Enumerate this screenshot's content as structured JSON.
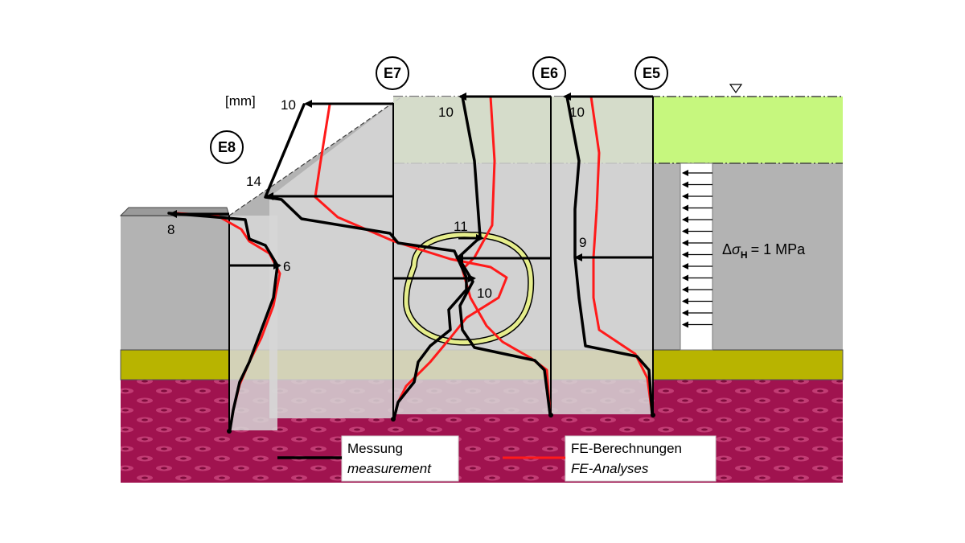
{
  "diagram": {
    "unit_label": "[mm]",
    "inclinometers": [
      {
        "id": "E8",
        "label": "E8"
      },
      {
        "id": "E7",
        "label": "E7"
      },
      {
        "id": "E6",
        "label": "E6"
      },
      {
        "id": "E5",
        "label": "E5"
      }
    ],
    "values": {
      "e7_top": "10",
      "e7_mid": "14",
      "e8_top": "8",
      "e8_mid": "6",
      "e6_top": "10",
      "e6_tunnel_top": "11",
      "e6_tunnel_mid": "10",
      "e5_top": "10",
      "e5_mid": "9"
    },
    "load": {
      "delta": "Δ",
      "sigma": "σ",
      "subscript": "H",
      "value": "= 1 MPa"
    },
    "legend": {
      "measurement_de": "Messung",
      "measurement_en": "measurement",
      "fe_de": "FE-Berechnungen",
      "fe_en": "FE-Analyses"
    },
    "colors": {
      "measurement_line": "#000000",
      "fe_line": "#ff1a1a",
      "fill_layer_green": "#c6f77e",
      "soil_gray": "#b3b3b3",
      "inclinometer_fill": "#d7d7d7",
      "olive_layer": "#b8b400",
      "rock_layer": "#a0134f",
      "tunnel_lining": "#e6ee8c"
    }
  }
}
